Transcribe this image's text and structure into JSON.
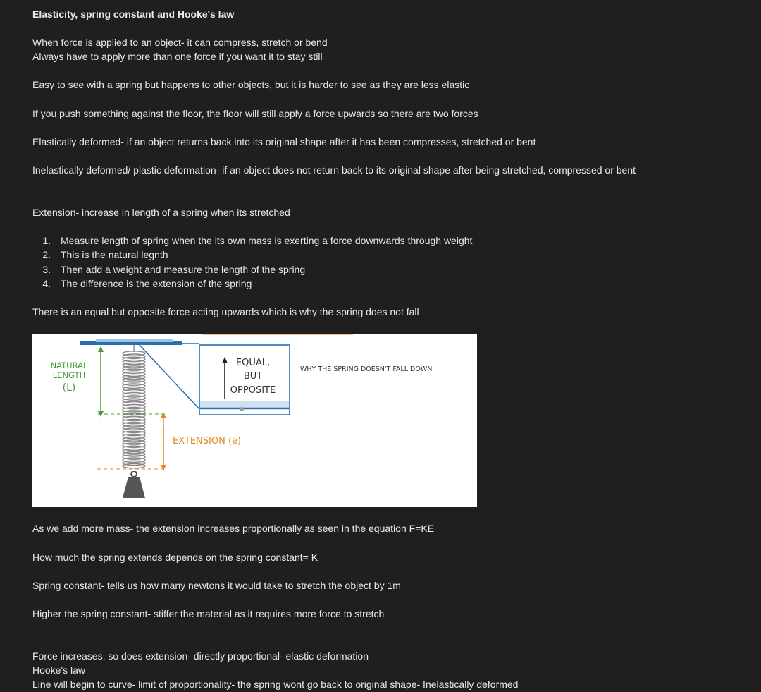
{
  "title": "Elasticity, spring constant and Hooke's law",
  "intro": [
    "When force is applied to an object- it can compress, stretch or bend",
    "Always have to apply more than one force if you want it to stay still"
  ],
  "paragraphs_a": [
    "Easy to see with a spring but happens to other objects, but it is harder to see as they are less elastic",
    "If you push something against the floor, the floor will still apply a force upwards so there are two forces",
    "Elastically deformed- if an object returns back into its original shape after it has been compresses, stretched or bent",
    "Inelastically deformed/ plastic deformation- if an object does not return back to its original shape after being stretched, compressed or bent"
  ],
  "extension_heading": "Extension- increase in length of a spring when its stretched",
  "steps": [
    {
      "num": "1.",
      "text": "Measure length of spring when the its own mass is exerting a force downwards through weight"
    },
    {
      "num": "2.",
      "text": "This is the natural legnth"
    },
    {
      "num": "3.",
      "text": "Then add a weight and measure the length of the spring"
    },
    {
      "num": "4.",
      "text": "The difference is the extension of the spring"
    }
  ],
  "equal_force_text": "There is an equal but opposite force acting upwards which is why the spring does not fall",
  "figure": {
    "natural_length_label_1": "NATURAL",
    "natural_length_label_2": "LENGTH",
    "natural_length_symbol": "(L)",
    "equal_1": "EQUAL,",
    "equal_2": "BUT",
    "equal_3": "OPPOSITE",
    "why_label": "WHY THE SPRING DOESN'T FALL DOWN",
    "extension_label": "EXTENSION (e)"
  },
  "paragraphs_b": [
    "As we add more mass- the extension increases proportionally as seen in the equation F=KE",
    "How much the spring extends depends on the spring constant= K",
    "Spring constant- tells us how many newtons it would take to stretch the object by 1m",
    "Higher the spring constant- stiffer the material as it requires more force to stretch"
  ],
  "closing": [
    "Force increases, so does extension- directly proportional- elastic deformation",
    "Hooke's law",
    "Line will begin to curve- limit of proportionality- the spring wont go back to original shape- Inelastically deformed"
  ],
  "colors": {
    "background": "#1f1f1f",
    "text": "#e9e9e9",
    "accent_green": "#4a9a3a",
    "accent_orange": "#e08a1e",
    "accent_blue": "#2a6fb0"
  }
}
